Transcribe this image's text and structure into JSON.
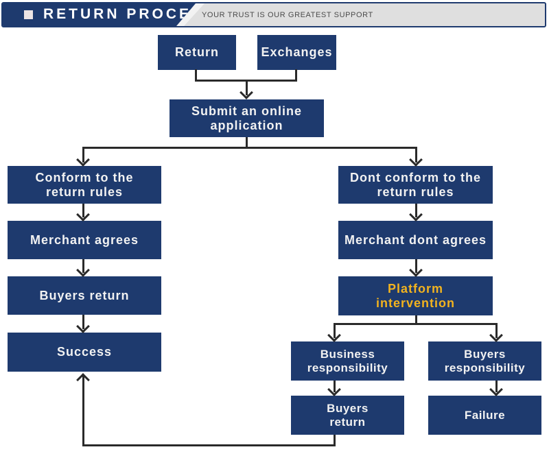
{
  "header": {
    "title": "RETURN PROCESS",
    "tagline": "YOUR TRUST IS OUR GREATEST SUPPORT"
  },
  "colors": {
    "box_navy": "#1e3a6e",
    "accent_yellow": "#f2b31f",
    "connector_dark": "#2a2a2a",
    "banner_gray": "#dfdfdf"
  },
  "flowchart": {
    "nodes": {
      "return": "Return",
      "exchanges": "Exchanges",
      "submit_application": "Submit an online\napplication",
      "conform_rules": "Conform to the\nreturn rules",
      "merchant_agrees": "Merchant agrees",
      "buyers_return_left": "Buyers return",
      "success": "Success",
      "dont_conform_rules": "Dont conform to the\nreturn rules",
      "merchant_dont_agrees": "Merchant dont agrees",
      "platform_intervention": "Platform\nintervention",
      "business_responsibility": "Business\nresponsibility",
      "buyers_responsibility": "Buyers\nresponsibility",
      "buyers_return_right": "Buyers\nreturn",
      "failure": "Failure"
    }
  }
}
